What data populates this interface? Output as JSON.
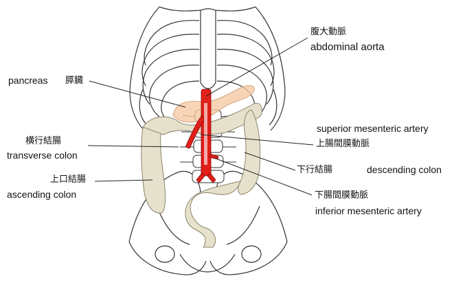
{
  "labels": {
    "aorta_jp": "腹大動脈",
    "aorta_en": "abdominal aorta",
    "pancreas_en": "pancreas",
    "pancreas_jp": "膵臓",
    "transverse_jp": "横行結腸",
    "transverse_en": "transverse colon",
    "sma_en": "superior mesenteric artery",
    "sma_jp": "上腸間膜動脈",
    "ascending_jp": "上口結腸",
    "ascending_en": "ascending colon",
    "descending_jp": "下行結腸",
    "descending_en": "descending colon",
    "ima_jp": "下腸間膜動脈",
    "ima_en": "inferior mesenteric artery"
  },
  "colors": {
    "bone_stroke": "#333333",
    "pancreas": "#f5c9a3",
    "colon": "#e6e1cc",
    "artery": "#e0201b",
    "leader": "#222222"
  }
}
